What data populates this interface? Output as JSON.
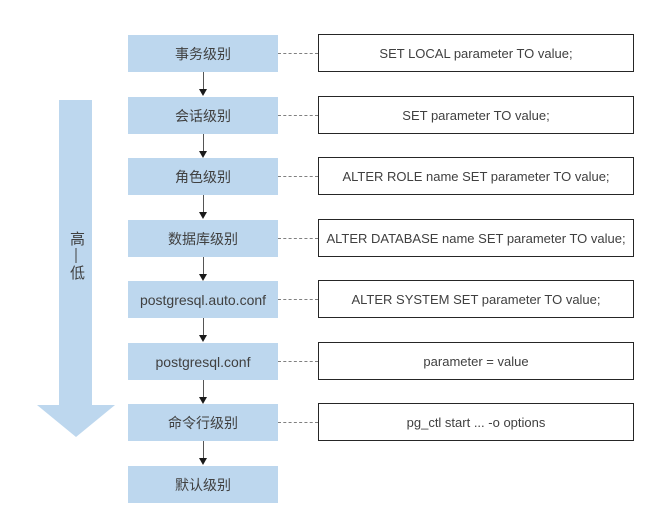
{
  "diagram": {
    "priority_arrow": {
      "label": "高—低"
    },
    "rows": [
      {
        "level": "事务级别",
        "command": "SET LOCAL parameter TO value;"
      },
      {
        "level": "会话级别",
        "command": "SET parameter TO value;"
      },
      {
        "level": "角色级别",
        "command": "ALTER ROLE name SET parameter TO value;"
      },
      {
        "level": "数据库级别",
        "command": "ALTER DATABASE name SET parameter TO value;"
      },
      {
        "level": "postgresql.auto.conf",
        "command": "ALTER SYSTEM SET parameter TO value;"
      },
      {
        "level": "postgresql.conf",
        "command": "parameter = value"
      },
      {
        "level": "命令行级别",
        "command": "pg_ctl start ... -o options"
      },
      {
        "level": "默认级别",
        "command": null
      }
    ]
  },
  "colors": {
    "background": "#ffffff",
    "level_fill": "#bdd7ee",
    "arrow_fill": "#bdd7ee",
    "box_border": "#262626",
    "text": "#404040",
    "connector": "#808080",
    "flow_line": "#555555",
    "flow_head": "#1a1a1a"
  }
}
